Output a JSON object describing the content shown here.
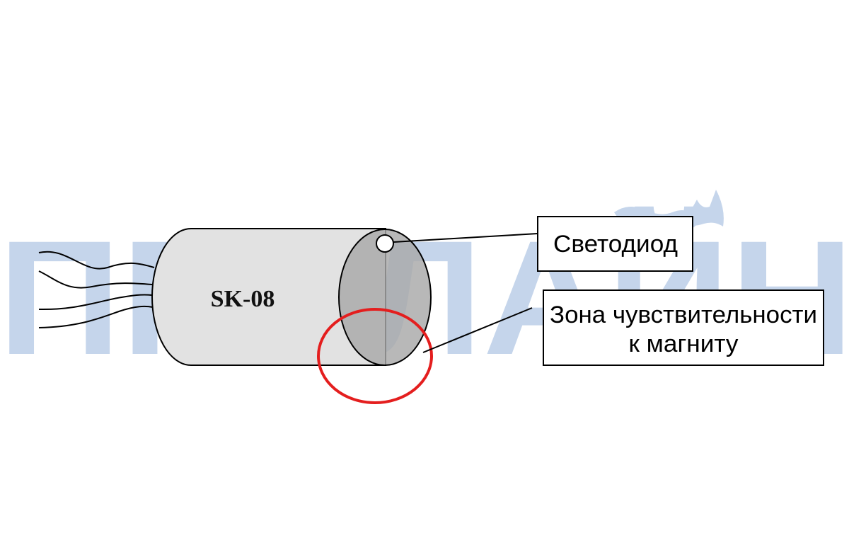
{
  "watermark": {
    "text": "ПРОЛАЙН",
    "color": "#c5d5eb"
  },
  "sensor": {
    "model": "SK-08"
  },
  "callouts": {
    "led": {
      "label": "Светодиод"
    },
    "sensitivity_zone": {
      "line1": "Зона чувствительности",
      "line2": "к магниту"
    }
  },
  "colors": {
    "body_fill": "#e2e2e2",
    "end_cap_fill": "#a8a8a8",
    "zone_circle": "#e41e1e",
    "outline": "#000000"
  }
}
